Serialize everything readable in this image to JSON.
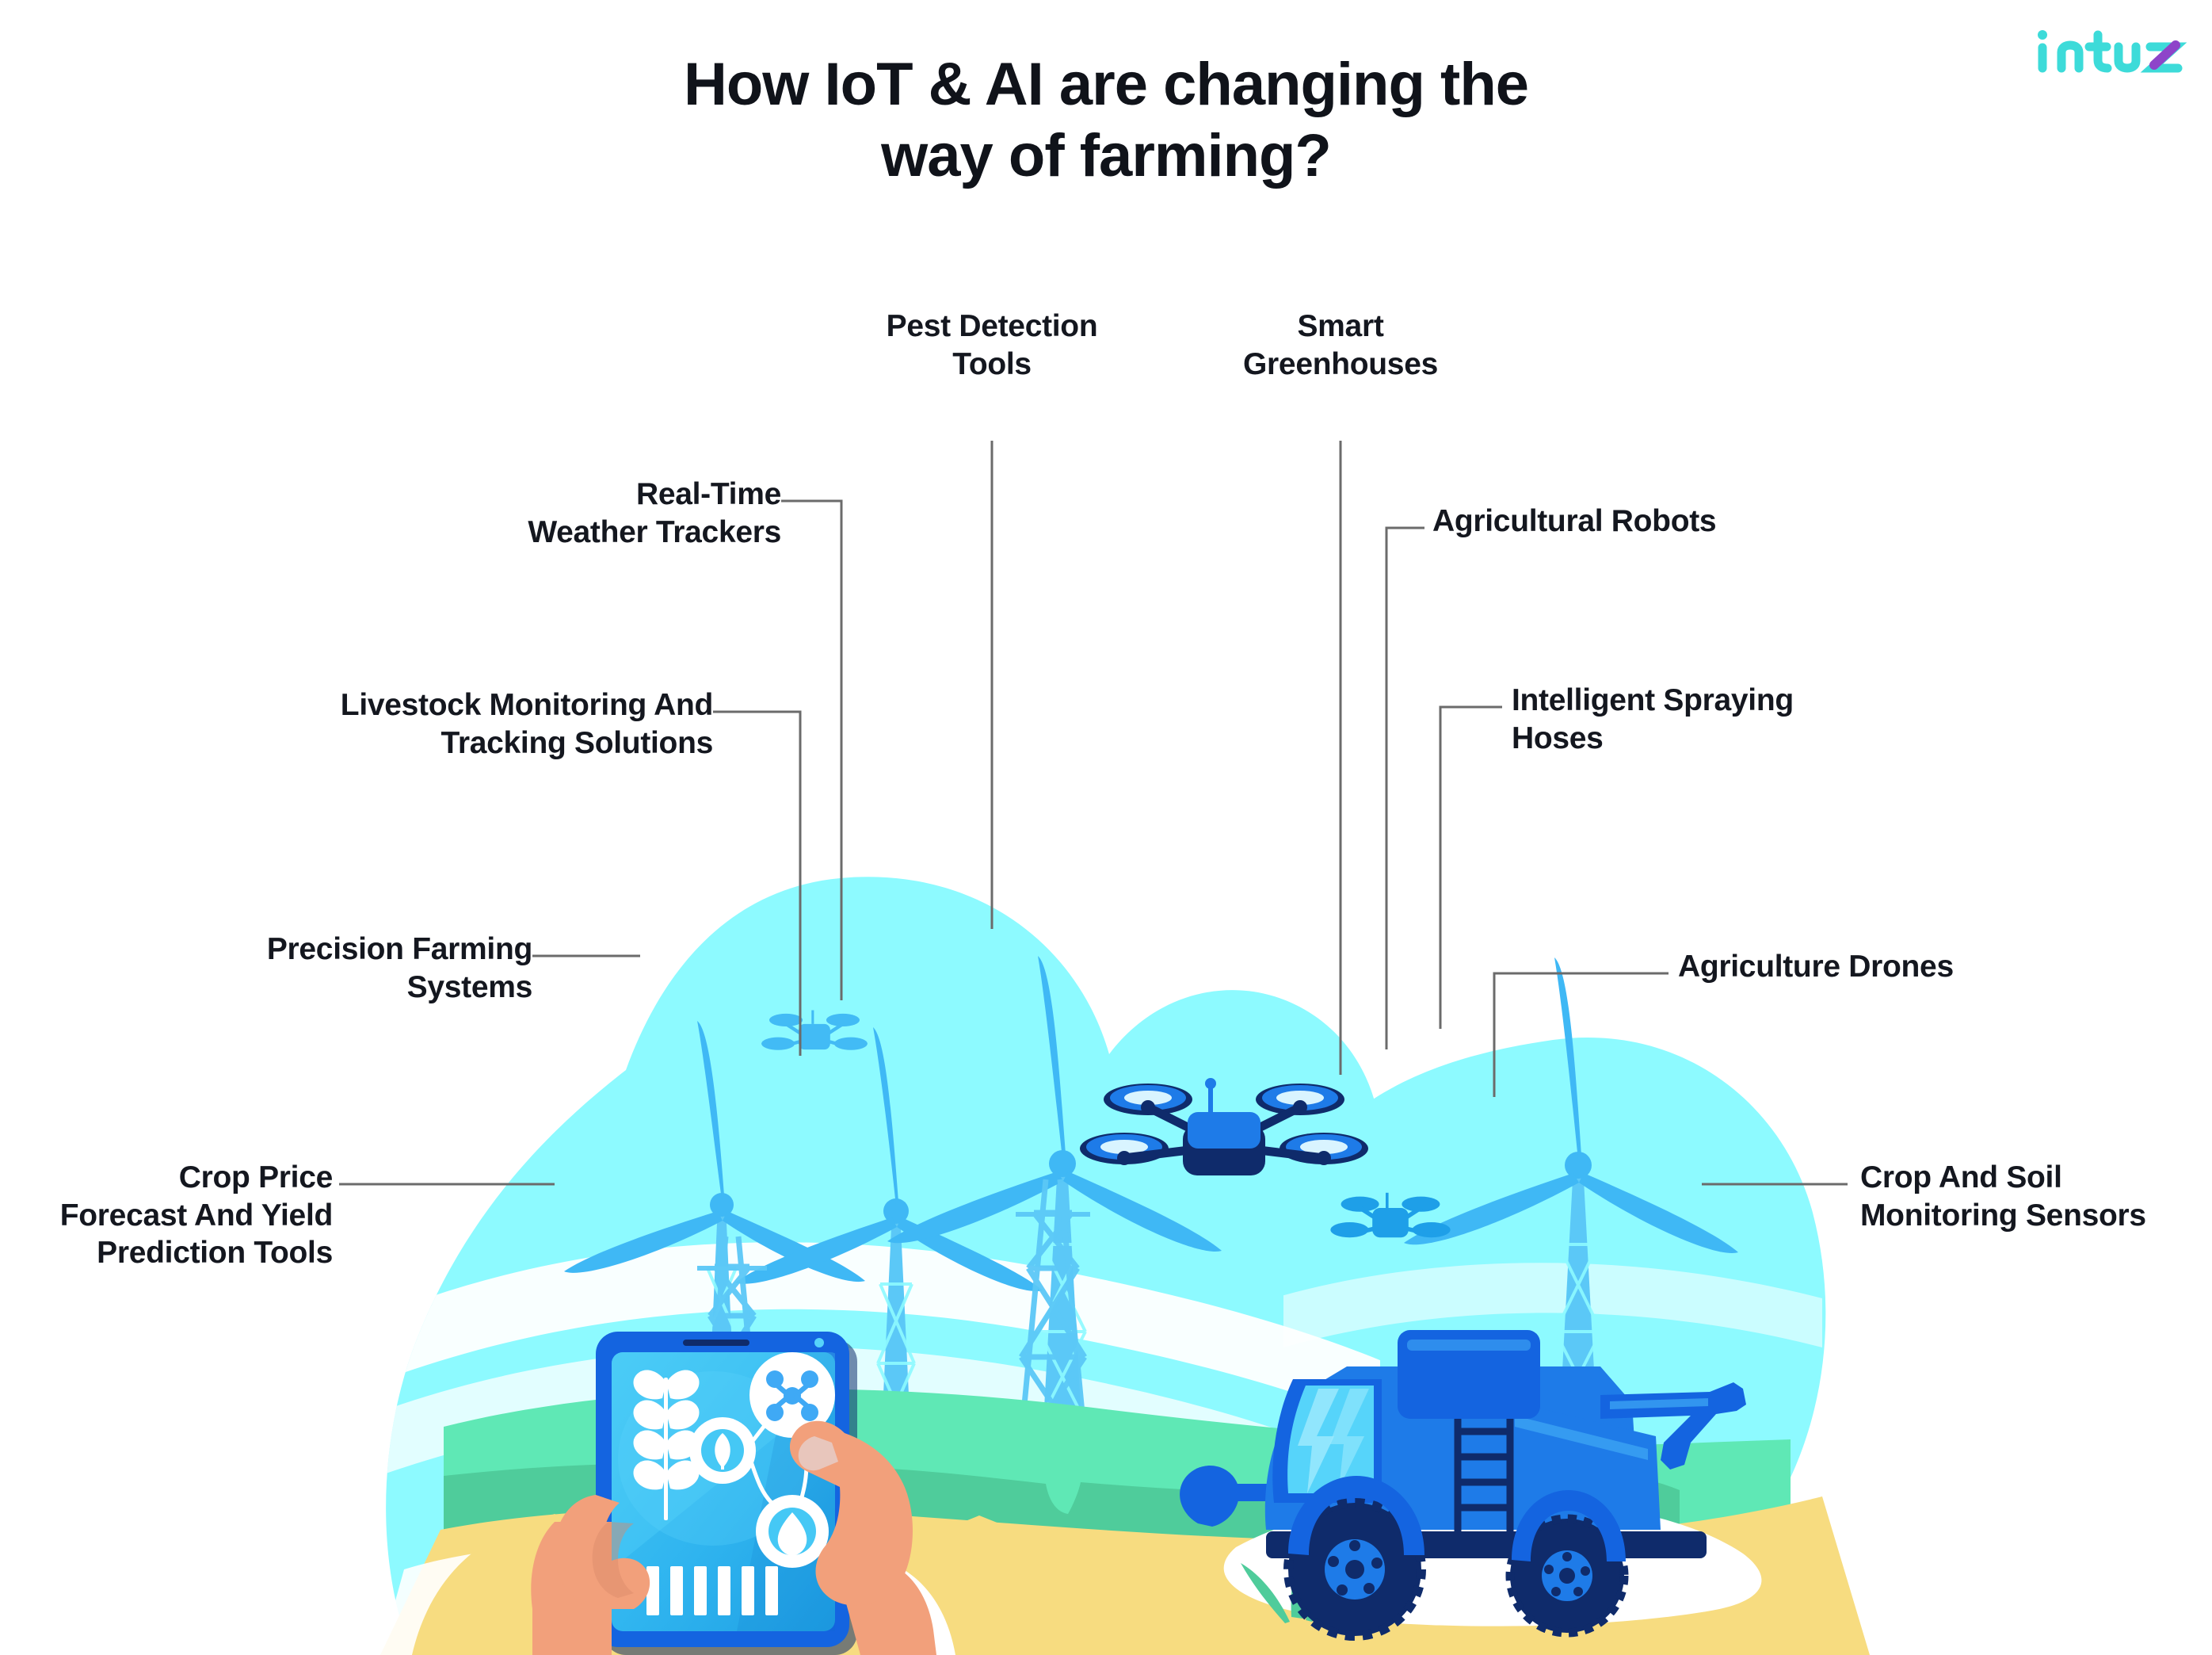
{
  "brand": {
    "logo_text": "intuz",
    "logo_color": "#3ddbd9",
    "logo_accent_color": "#8e44c9"
  },
  "header": {
    "title_line1": "How IoT & AI are changing the",
    "title_line2": "way of farming?",
    "title_color": "#10131a"
  },
  "theme": {
    "background": "#ffffff",
    "blob_cyan": "#8DFAFF",
    "blob_cyan_soft": "#A9FCFF",
    "turbine_blue": "#3FB8F5",
    "tower_blue": "#5BC8F7",
    "field_mint": "#5FE8B5",
    "field_green": "#4FCC9B",
    "field_yellow": "#F7DC80",
    "machine_blue": "#1E7BE8",
    "machine_blue_dark": "#0F2B6B",
    "machine_blue_light": "#3FA9F5",
    "tablet_blue": "#1464E0",
    "skin": "#F2A07B",
    "shirt_white": "#FFFFFF",
    "leader_line": "#6b6b6b"
  },
  "callouts": [
    {
      "id": "pest-detection-tools",
      "name": "Pest Detection Tools",
      "lines": [
        "Pest Detection",
        "Tools"
      ],
      "align": "center"
    },
    {
      "id": "smart-greenhouses",
      "name": "Smart Greenhouses",
      "lines": [
        "Smart",
        "Greenhouses"
      ],
      "align": "center"
    },
    {
      "id": "real-time-weather-trackers",
      "name": "Real-Time Weather Trackers",
      "lines": [
        "Real-Time",
        "Weather Trackers"
      ],
      "align": "right"
    },
    {
      "id": "agricultural-robots",
      "name": "Agricultural Robots",
      "lines": [
        "Agricultural Robots"
      ],
      "align": "left"
    },
    {
      "id": "livestock-monitoring-and-tracking-solutions",
      "name": "Livestock Monitoring And Tracking Solutions",
      "lines": [
        "Livestock Monitoring And",
        "Tracking Solutions"
      ],
      "align": "right"
    },
    {
      "id": "intelligent-spraying-hoses",
      "name": "Intelligent Spraying Hoses",
      "lines": [
        "Intelligent Spraying",
        "Hoses"
      ],
      "align": "left"
    },
    {
      "id": "precision-farming-systems",
      "name": "Precision Farming Systems",
      "lines": [
        "Precision Farming",
        "Systems"
      ],
      "align": "right"
    },
    {
      "id": "agriculture-drones",
      "name": "Agriculture Drones",
      "lines": [
        "Agriculture Drones"
      ],
      "align": "left"
    },
    {
      "id": "crop-price-forecast-and-yield-prediction-tools",
      "name": "Crop Price Forecast And Yield Prediction Tools",
      "lines": [
        "Crop Price",
        "Forecast And Yield",
        "Prediction Tools"
      ],
      "align": "right"
    },
    {
      "id": "crop-and-soil-monitoring-sensors",
      "name": "Crop And Soil Monitoring Sensors",
      "lines": [
        "Crop And Soil",
        "Monitoring Sensors"
      ],
      "align": "left"
    }
  ],
  "labels": {
    "pest_detection": "Pest Detection\nTools",
    "smart_greenhouses": "Smart\nGreenhouses",
    "real_time_weather": "Real-Time\nWeather Trackers",
    "agricultural_robots": "Agricultural Robots",
    "livestock_monitoring": "Livestock Monitoring And\nTracking Solutions",
    "intelligent_spraying": "Intelligent Spraying\nHoses",
    "precision_farming": "Precision Farming\nSystems",
    "agriculture_drones": "Agriculture Drones",
    "crop_price_forecast": "Crop Price\nForecast And Yield\nPrediction Tools",
    "crop_soil_sensors": "Crop And Soil\nMonitoring Sensors"
  },
  "illustration": {
    "scene_name": "smart-farming-scene",
    "elements": [
      "cloud-blob-left",
      "cloud-blob-right",
      "wind-turbine-1",
      "wind-turbine-2",
      "wind-turbine-3",
      "wind-turbine-4",
      "transmission-tower-1",
      "transmission-tower-2",
      "drone-small-left",
      "drone-large-center",
      "drone-small-right",
      "green-field-bands",
      "yellow-field",
      "combine-harvester",
      "farmer-hands",
      "tablet-device",
      "wheat-icon",
      "network-icon",
      "seed-icon",
      "water-drop-icon",
      "bar-chart-icon",
      "grass-tufts"
    ]
  }
}
